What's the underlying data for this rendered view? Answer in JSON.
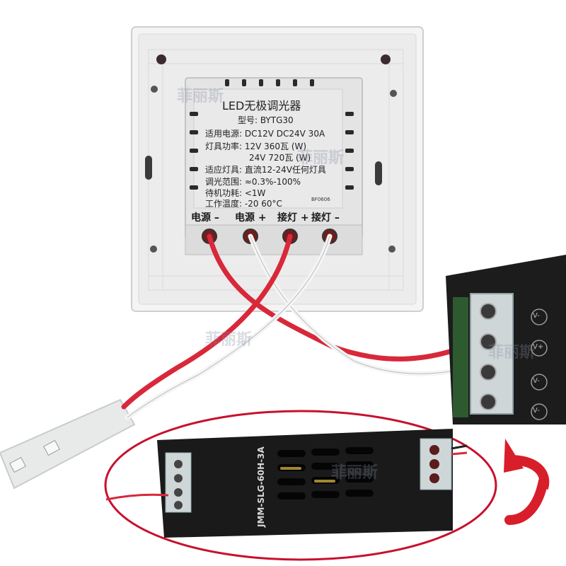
{
  "dimmer": {
    "title": "LED无极调光器",
    "model": "型号: BYTG30",
    "specs": [
      "适用电源: DC12V  DC24V  30A",
      "灯具功率: 12V  360瓦 (W)",
      "24V  720瓦 (W)",
      "适应灯具: 直流12-24V任何灯具",
      "调光范围: ≈0.3%-100%",
      "待机功耗: <1W",
      "工作温度: -20   60°C"
    ],
    "code": "BF0606",
    "terminals": [
      "电源 –",
      "电源 +",
      "接灯 +",
      "接灯 –"
    ]
  },
  "power_supply": {
    "model": "JMM-SLG-60H-3A",
    "terminal_marks": [
      "V-",
      "V+",
      "V-",
      "V-"
    ]
  },
  "watermark": "菲丽斯",
  "colors": {
    "wire_red": "#d8283a",
    "ellipse": "#c8102e",
    "arrow": "#d81e2a",
    "plate": "#f1f1f1",
    "psu_body": "#1c1c1c"
  }
}
